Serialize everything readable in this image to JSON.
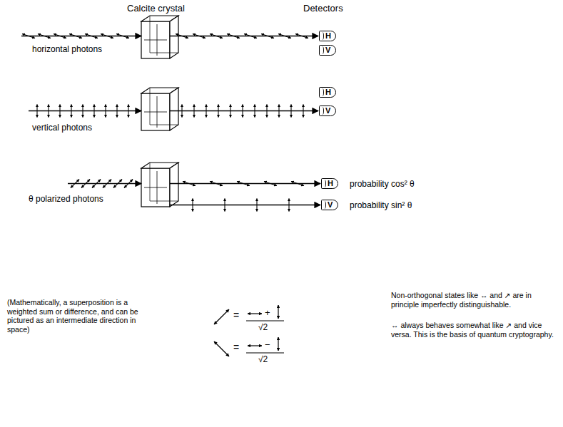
{
  "diagram": {
    "nodes": [
      {
        "text": [
          "H"
        ]
      },
      {
        "text": [
          "V"
        ]
      },
      {
        "text": [
          "H"
        ]
      },
      {
        "text": [
          "V"
        ]
      },
      {
        "text": [
          "H"
        ]
      },
      {
        "text": [
          "V"
        ]
      }
    ],
    "labels": [
      "Calcite crystal",
      "Detectors",
      "horizontal photons",
      "vertical photons",
      "θ polarized photons",
      "probability cos² θ",
      "probability sin² θ",
      "(Mathematically, a superposition is a weighted sum or difference, and can be pictured as an intermediate direction in space)",
      "=",
      "+",
      "√2",
      "=",
      "−",
      "√2",
      "Non-orthogonal states like ↔ and ↗ are in principle imperfectly distinguishable.",
      "↔ always behaves somewhat like ↗ and vice versa. This is the basis of quantum cryptography."
    ]
  }
}
